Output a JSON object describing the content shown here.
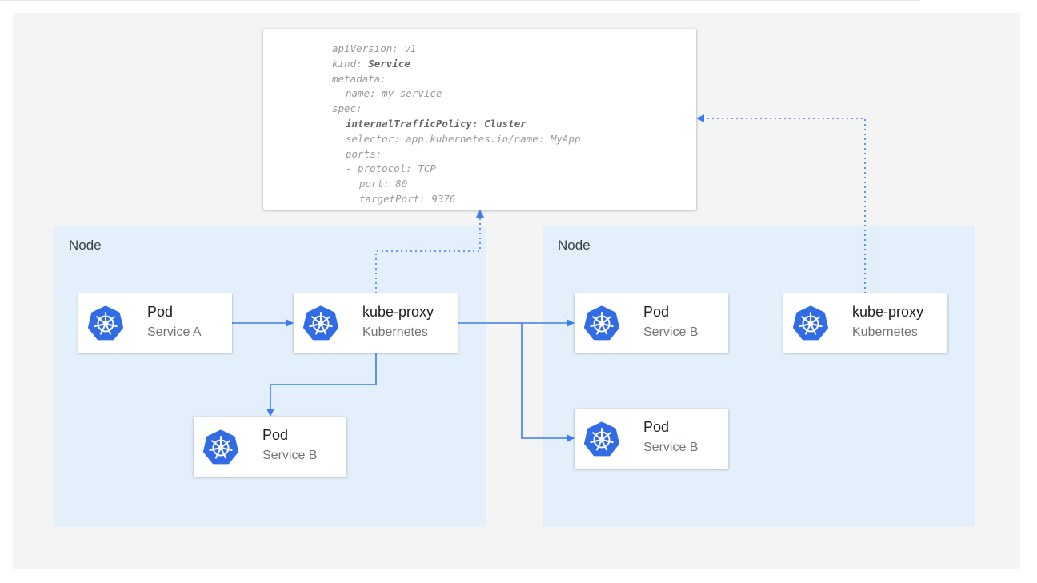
{
  "yaml": {
    "lines": [
      {
        "indent": 0,
        "key": "apiVersion:",
        "value": " v1",
        "bold": false
      },
      {
        "indent": 0,
        "key": "kind:",
        "value": " Service",
        "bold_value": true
      },
      {
        "indent": 0,
        "key": "metadata:",
        "value": ""
      },
      {
        "indent": 1,
        "key": "name:",
        "value": " my-service"
      },
      {
        "indent": 0,
        "key": "spec:",
        "value": ""
      },
      {
        "indent": 1,
        "key": "internalTrafficPolicy:",
        "value": " Cluster",
        "bold": true
      },
      {
        "indent": 1,
        "key": "selector:",
        "value": " app.kubernetes.io/name: MyApp"
      },
      {
        "indent": 1,
        "key": "ports:",
        "value": ""
      },
      {
        "indent": 1,
        "key": "- protocol:",
        "value": " TCP"
      },
      {
        "indent": 2,
        "key": "port:",
        "value": " 80"
      },
      {
        "indent": 2,
        "key": "targetPort:",
        "value": " 9376"
      }
    ]
  },
  "nodes": [
    {
      "label": "Node"
    },
    {
      "label": "Node"
    }
  ],
  "cards": [
    {
      "title": "Pod",
      "subtitle": "Service A",
      "icon": "kubernetes-helm-icon"
    },
    {
      "title": "kube-proxy",
      "subtitle": "Kubernetes",
      "icon": "kubernetes-helm-icon"
    },
    {
      "title": "Pod",
      "subtitle": "Service B",
      "icon": "kubernetes-helm-icon"
    },
    {
      "title": "Pod",
      "subtitle": "Service B",
      "icon": "kubernetes-helm-icon"
    },
    {
      "title": "Pod",
      "subtitle": "Service B",
      "icon": "kubernetes-helm-icon"
    },
    {
      "title": "kube-proxy",
      "subtitle": "Kubernetes",
      "icon": "kubernetes-helm-icon"
    }
  ],
  "colors": {
    "arrow": "#3b7ded",
    "icon": "#326ce5",
    "node_bg": "#e3f0fc",
    "canvas_bg": "#f4f4f4"
  }
}
